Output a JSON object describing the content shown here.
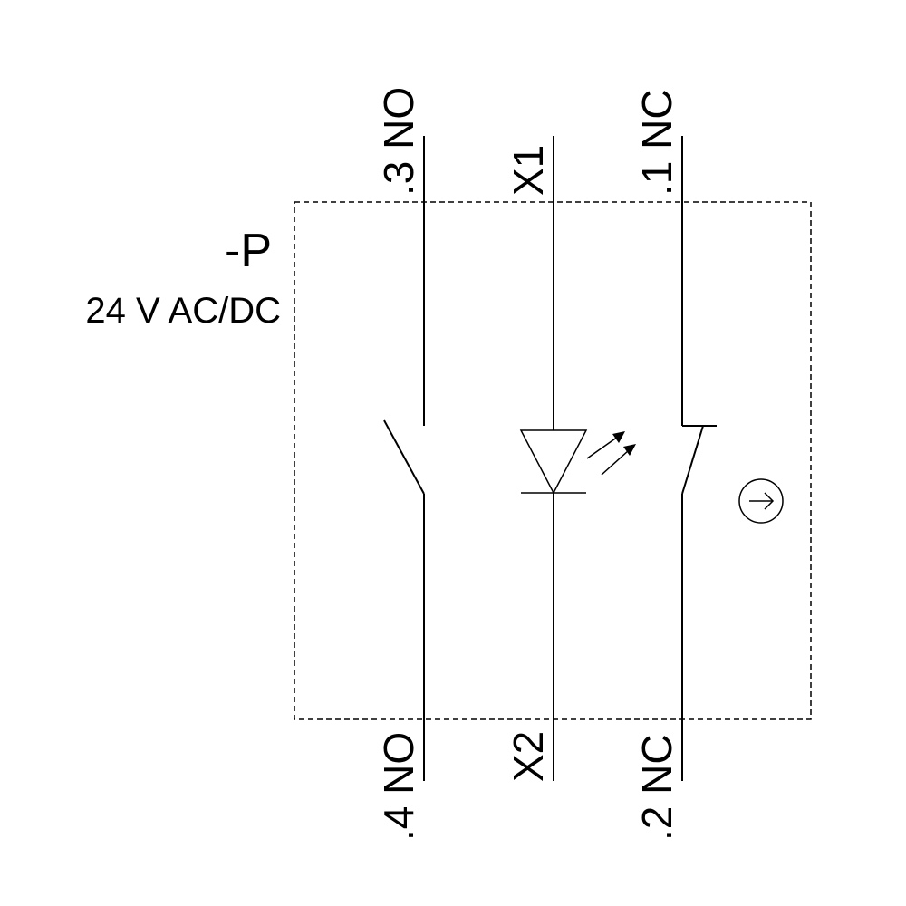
{
  "device": {
    "tag": "-P",
    "rating": "24 V AC/DC"
  },
  "terminals": {
    "no_top": ".3 NO",
    "led_top": "X1",
    "nc_top": ".1 NC",
    "no_bottom": ".4 NO",
    "led_bottom": "X2",
    "nc_bottom": ".2 NC"
  },
  "icons": {
    "switch_no": "normally-open-contact",
    "switch_nc": "normally-closed-contact",
    "led": "light-emitting-diode",
    "actuator": "circled-arrow-actuator"
  }
}
